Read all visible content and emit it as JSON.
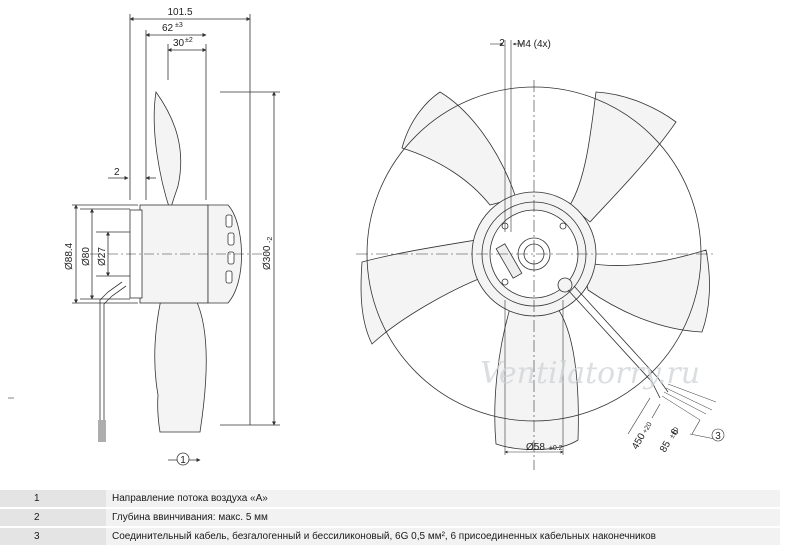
{
  "side_view": {
    "dim_total_length": "101.5",
    "dim_62": "62",
    "dim_62_tol": "±3",
    "dim_30": "30",
    "dim_30_tol": "±2",
    "dim_2": "2",
    "dia_88_4": "Ø88.4",
    "dia_80": "Ø80",
    "dia_27": "Ø27",
    "dia_300": "Ø300",
    "dia_300_tol": "-2",
    "callout_1": "1"
  },
  "front_view": {
    "callout_2": "2",
    "thread_label": "M4 (4x)",
    "dia_58": "Ø58",
    "dia_58_tol": "±0.2",
    "dim_6": "6",
    "dim_85": "85",
    "dim_85_tol": "±10",
    "dim_450": "450",
    "dim_450_tol": "+20",
    "callout_3": "3"
  },
  "watermark": "Ventilatorry.ru",
  "legend": [
    {
      "num": "1",
      "text": "Направление потока воздуха «A»"
    },
    {
      "num": "2",
      "text": "Глубина ввинчивания: макс. 5 мм"
    },
    {
      "num": "3",
      "text": "Соединительный кабель, безгалогенный и бессиликоновый, 6G 0,5 мм², 6 присоединенных кабельных наконечников"
    }
  ],
  "colors": {
    "line": "#333333",
    "fill": "#f4f4f4",
    "legend_bg": "#eeeeee"
  }
}
